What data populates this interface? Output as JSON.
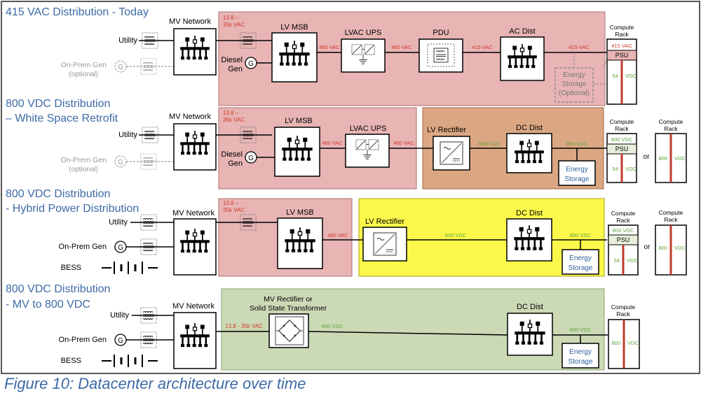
{
  "caption": "Figure 10: Datacenter architecture over time",
  "colors": {
    "blue_title": "#3e6aa6",
    "red_text": "#d23a2a",
    "green_text": "#5ea33a",
    "pink_zone": "#e8b4b4",
    "tan_zone": "#dba783",
    "yellow_zone": "#fcf84a",
    "sage_zone": "#cbd9b5",
    "energy_blue": "#2f5f9e",
    "rack_red": "#c0392b"
  },
  "labels": {
    "utility": "Utility",
    "on_prem_gen": "On-Prem Gen",
    "optional": "(optional)",
    "bess": "BESS",
    "mv_network": "MV Network",
    "diesel": "Diesel",
    "gen": "Gen",
    "lv_msb": "LV MSB",
    "lvac_ups": "LVAC UPS",
    "pdu": "PDU",
    "ac_dist": "AC Dist",
    "dc_dist": "DC Dist",
    "lv_rectifier": "LV Rectifier",
    "mv_rectifier_1": "MV Rectifier or",
    "mv_rectifier_2": "Solid State Transformer",
    "energy": "Energy",
    "storage": "Storage",
    "storage_optional": "(Optional)",
    "compute": "Compute",
    "rack": "Rack",
    "psu": "PSU",
    "or": "or",
    "v13_8": "13.8 –",
    "v35k": "35k VAC",
    "v13_8_35k": "13.8 - 35k VAC",
    "v480": "480 VAC",
    "v415": "415 VAC",
    "v800": "800 VDC",
    "v800_short": "800",
    "vdc": "VDC",
    "v54": "54"
  },
  "sections": [
    {
      "title_lines": [
        "415 VAC Distribution - Today"
      ]
    },
    {
      "title_lines": [
        "800 VDC Distribution",
        "– White Space Retrofit"
      ]
    },
    {
      "title_lines": [
        "800 VDC Distribution",
        "- Hybrid Power Distribution"
      ]
    },
    {
      "title_lines": [
        "800 VDC Distribution",
        "- MV to 800 VDC"
      ]
    }
  ]
}
